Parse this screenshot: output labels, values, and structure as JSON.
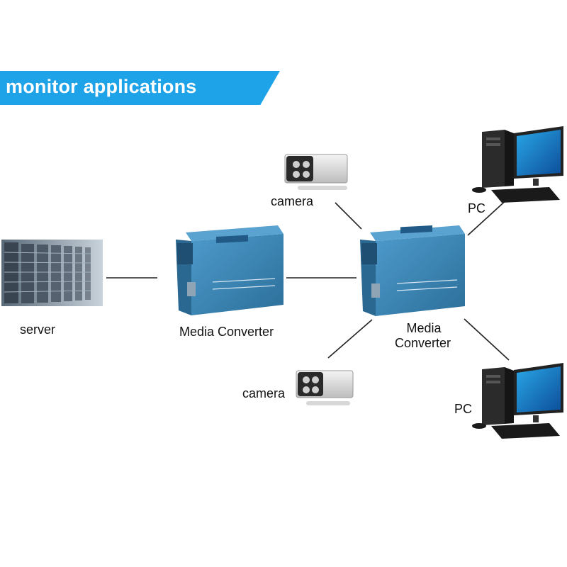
{
  "title": "monitor applications",
  "labels": {
    "server": "server",
    "media_converter_left": "Media Converter",
    "media_converter_right_line1": "Media",
    "media_converter_right_line2": "Converter",
    "camera_top": "camera",
    "camera_bottom": "camera",
    "pc_top": "PC",
    "pc_bottom": "PC"
  },
  "colors": {
    "banner": "#1fa3e8",
    "converter_body": "#3b86b4",
    "line": "#222222"
  },
  "icons": {
    "server": "server-rack-icon",
    "converter": "media-converter-icon",
    "camera": "security-camera-icon",
    "pc": "desktop-pc-icon"
  }
}
